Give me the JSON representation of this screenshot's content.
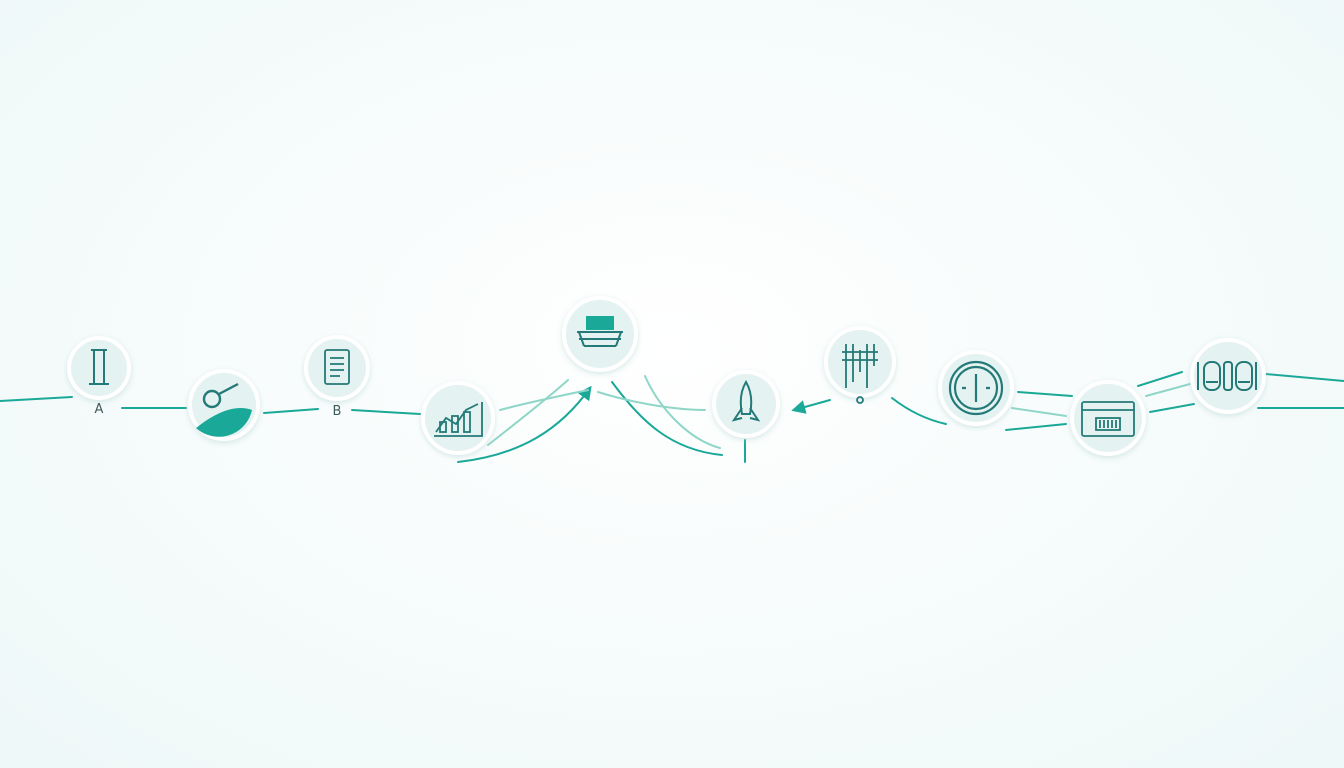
{
  "colors": {
    "accent": "#1aa898",
    "accent_light": "#8fd6c8",
    "node_fill": "#e4f2f1",
    "node_ring": "#ffffff",
    "icon_stroke": "#237a78",
    "background": "#f6fbfb"
  },
  "labels": {
    "a": "A",
    "b": "B"
  },
  "nodes": [
    {
      "icon": "pillar-icon",
      "label": "A"
    },
    {
      "icon": "key-search-icon"
    },
    {
      "icon": "document-icon",
      "label": "B"
    },
    {
      "icon": "chart-blueprint-icon"
    },
    {
      "icon": "hat-icon"
    },
    {
      "icon": "rocket-icon"
    },
    {
      "icon": "circuit-icon"
    },
    {
      "icon": "clock-icon"
    },
    {
      "icon": "browser-window-icon"
    },
    {
      "icon": "film-strip-icon"
    }
  ]
}
